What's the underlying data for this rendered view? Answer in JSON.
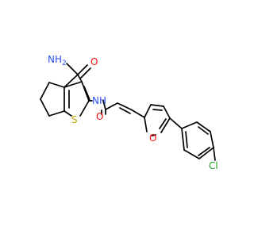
{
  "molecule": {
    "atom_labels": {
      "nh2_amide": "NH",
      "nh2_subscript": "2",
      "o_amide_top": "O",
      "nh_linker": "NH",
      "s_thiophene": "S",
      "o_acryl": "O",
      "o_furan": "O",
      "cl": "Cl"
    },
    "colors": {
      "bond": "#000000",
      "nitrogen": "#3050F8",
      "oxygen": "#FF0D0D",
      "sulfur": "#C6A600",
      "chlorine": "#1FA01F"
    }
  }
}
